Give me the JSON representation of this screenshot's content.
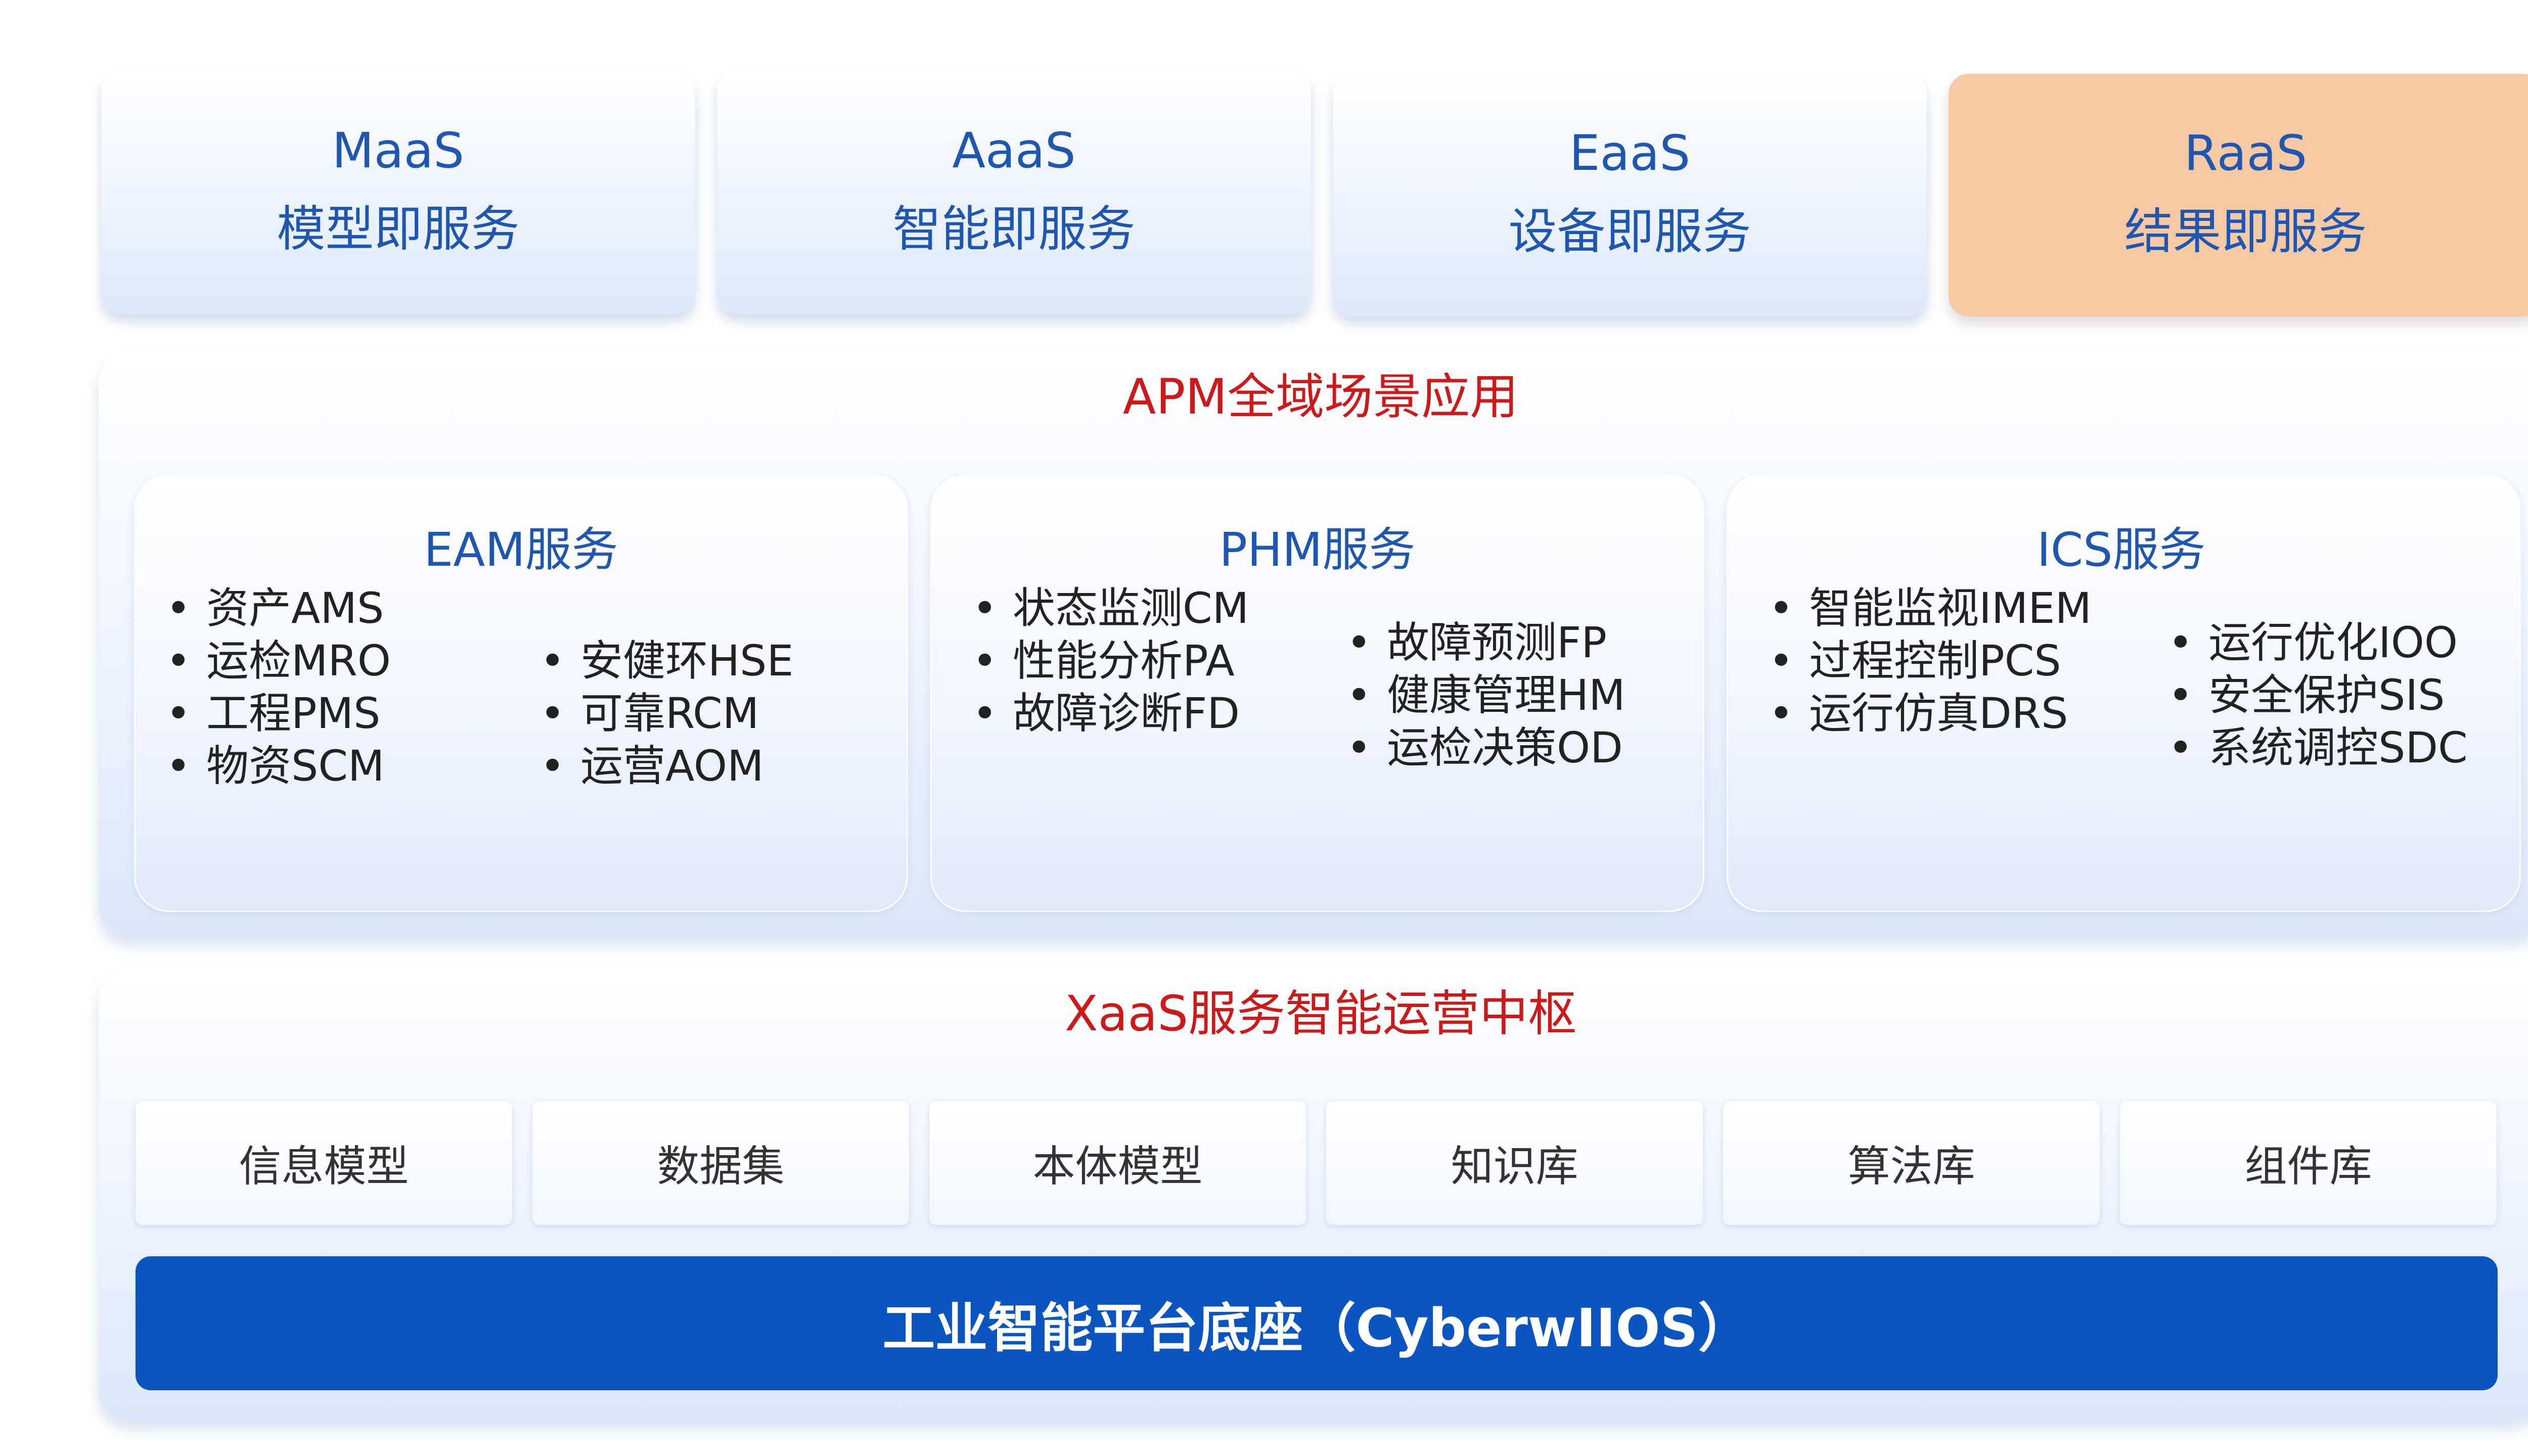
{
  "service_cards": [
    {
      "code": "MaaS",
      "name": "模型即服务"
    },
    {
      "code": "AaaS",
      "name": "智能即服务"
    },
    {
      "code": "EaaS",
      "name": "设备即服务"
    },
    {
      "code": "RaaS",
      "name": "结果即服务"
    }
  ],
  "apm": {
    "title": "APM全域场景应用",
    "eam": {
      "title": "EAM服务",
      "col1": [
        "资产AMS",
        "运检MRO",
        "工程PMS",
        "物资SCM"
      ],
      "col2": [
        "安健环HSE",
        "可靠RCM",
        "运营AOM"
      ]
    },
    "phm": {
      "title": "PHM服务",
      "col1": [
        "状态监测CM",
        "性能分析PA",
        "故障诊断FD"
      ],
      "col2": [
        "故障预测FP",
        "健康管理HM",
        "运检决策OD"
      ]
    },
    "ics": {
      "title": "ICS服务",
      "col1": [
        "智能监视IMEM",
        "过程控制PCS",
        "运行仿真DRS"
      ],
      "col2": [
        "运行优化IOO",
        "安全保护SIS",
        "系统调控SDC"
      ]
    }
  },
  "xaas": {
    "title": "XaaS服务智能运营中枢",
    "items": [
      "信息模型",
      "数据集",
      "本体模型",
      "知识库",
      "算法库",
      "组件库"
    ]
  },
  "platform": {
    "label": "工业智能平台底座（CyberwIIOS）"
  },
  "colors": {
    "accent_blue": "#1e56b0",
    "section_red": "#cc1a1a",
    "highlight_card": "#f5c9a4",
    "platform_bar": "#0b55c0"
  }
}
